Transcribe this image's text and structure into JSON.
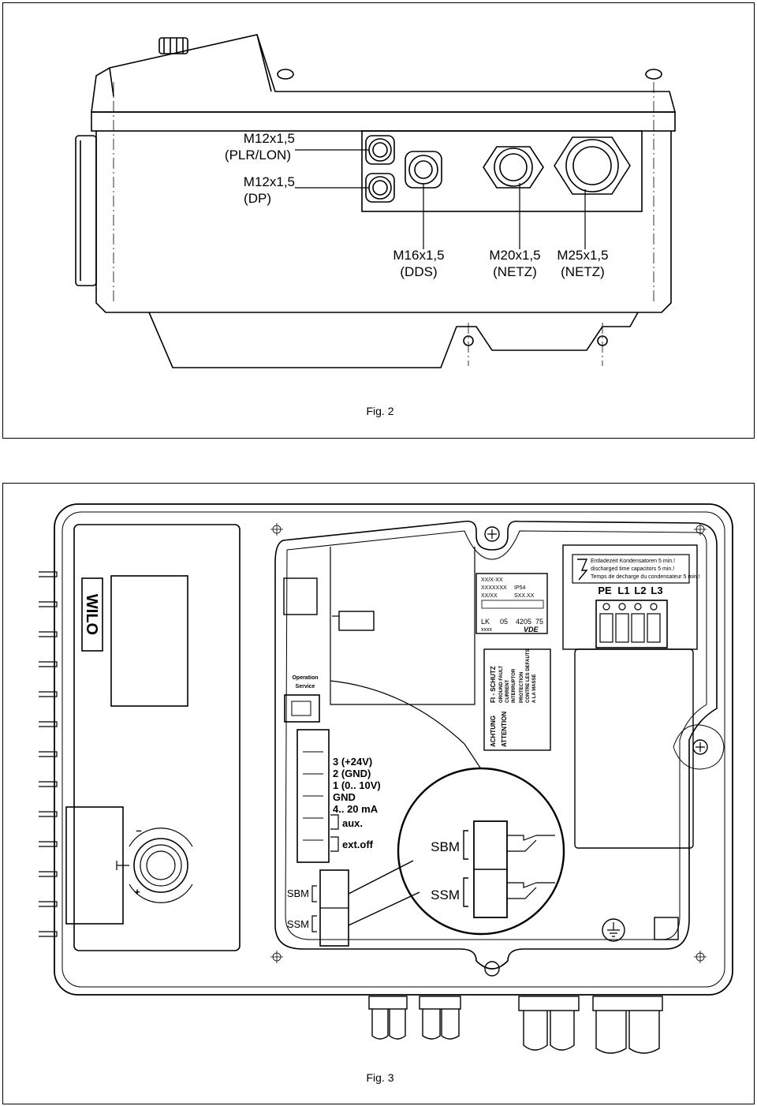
{
  "figure2": {
    "caption": "Fig. 2",
    "glands": [
      {
        "line1": "M12x1,5",
        "line2": "(PLR/LON)"
      },
      {
        "line1": "M12x1,5",
        "line2": "(DP)"
      },
      {
        "line1": "M16x1,5",
        "line2": "(DDS)"
      },
      {
        "line1": "M20x1,5",
        "line2": "(NETZ)"
      },
      {
        "line1": "M25x1,5",
        "line2": "(NETZ)"
      }
    ]
  },
  "figure3": {
    "caption": "Fig. 3",
    "brand": "WILO",
    "switch": {
      "label1": "Operation",
      "label2": "Service"
    },
    "knob": {
      "minus": "–",
      "plus": "+"
    },
    "terminals": [
      "3 (+24V)",
      "2 (GND)",
      "1 (0.. 10V)",
      "GND",
      "4.. 20 mA",
      "aux.",
      "ext.off"
    ],
    "relays_small": {
      "sbm": "SBM",
      "ssm": "SSM"
    },
    "relays_zoom": {
      "sbm": "SBM",
      "ssm": "SSM"
    },
    "mains": {
      "pe": "PE",
      "l1": "L1",
      "l2": "L2",
      "l3": "L3"
    },
    "warning_label": {
      "line1": "Entladezeit Kondensatoren 5 min.!",
      "line2": "discharged time capacitors 5 min.!",
      "line3": "Temps de decharge du condensateur 5 min.!"
    },
    "type_plate": {
      "l1": "XX/X-XX",
      "l2a": "XXXXXXX",
      "l2b": "IP54",
      "l3a": "XX/XX",
      "l3b": "SXX.XX",
      "lk": "LK",
      "num1": "05",
      "num2": "4205",
      "num3": "75",
      "xxxx": "xxxx",
      "vde": "VDE"
    },
    "fi_label": {
      "c1a": "ACHTUNG",
      "c1b": "ATTENTION",
      "c2a": "FI - SCHUTZ",
      "c2b": "GROUND FAULT",
      "c2c": "CURRENT",
      "c2d": "INTERRUPTOR",
      "c3a": "PROTECTION",
      "c3b": "CONTRE LES DEFAUTS",
      "c3c": "A LA MASSE"
    }
  }
}
